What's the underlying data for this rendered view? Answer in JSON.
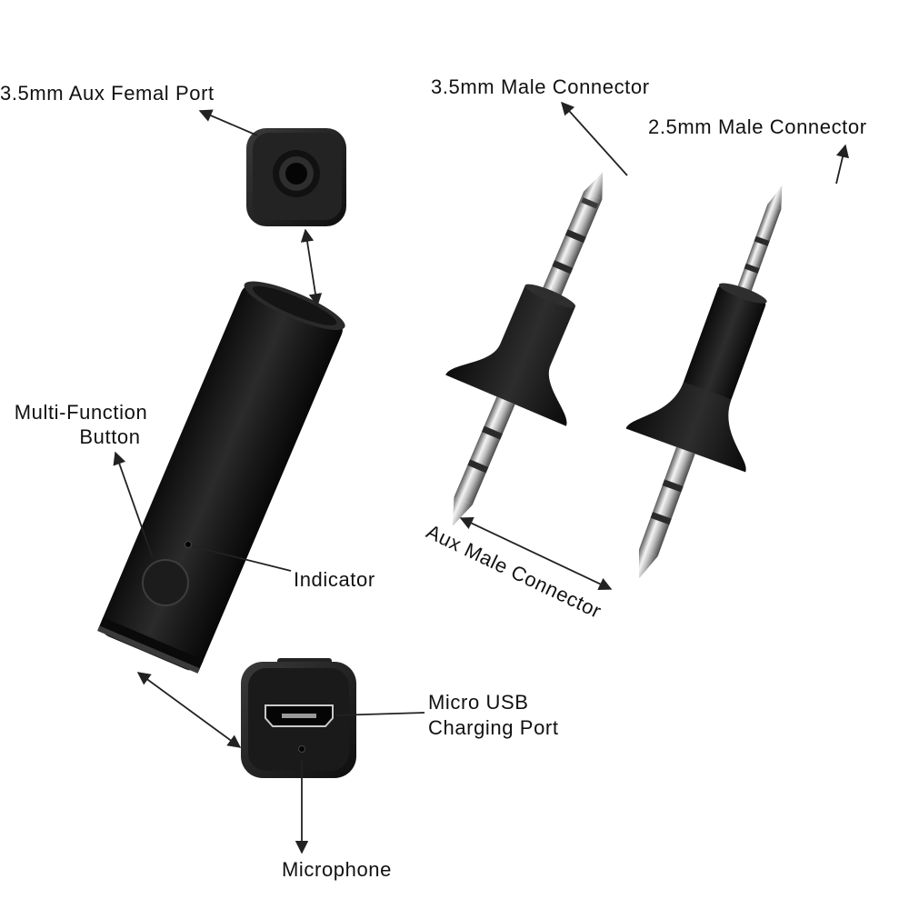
{
  "labels": {
    "aux_female_port": "3.5mm Aux Femal Port",
    "male_35": "3.5mm Male Connector",
    "male_25": "2.5mm Male Connector",
    "multi_function_line1": "Multi-Function",
    "multi_function_line2": "Button",
    "indicator": "Indicator",
    "aux_male": "Aux Male Connector",
    "micro_usb_line1": "Micro USB",
    "micro_usb_line2": "Charging Port",
    "microphone": "Microphone"
  },
  "colors": {
    "device_body": "#1b1b1b",
    "device_edge": "#3a3a3a",
    "metal_light": "#e9e9e9",
    "metal_dark": "#6f6f6f",
    "insulator_ring": "#2a2a2a",
    "arrow": "#222222"
  }
}
